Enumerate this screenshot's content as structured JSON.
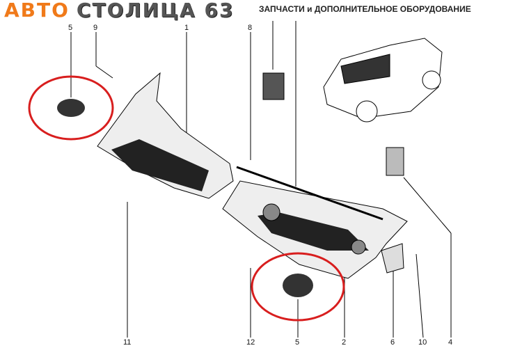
{
  "header": {
    "logo_part1": "АВТО",
    "logo_part2": "СТОЛИЦА 63",
    "tagline": "ЗАПЧАСТИ и ДОПОЛНИТЕЛЬНОЕ ОБОРУДОВАНИЕ"
  },
  "callouts": {
    "top": [
      "5",
      "9",
      "1",
      "8"
    ],
    "bottom": [
      "11",
      "12",
      "5",
      "2",
      "6",
      "10",
      "4"
    ]
  },
  "highlight_color": "#d81e1e"
}
